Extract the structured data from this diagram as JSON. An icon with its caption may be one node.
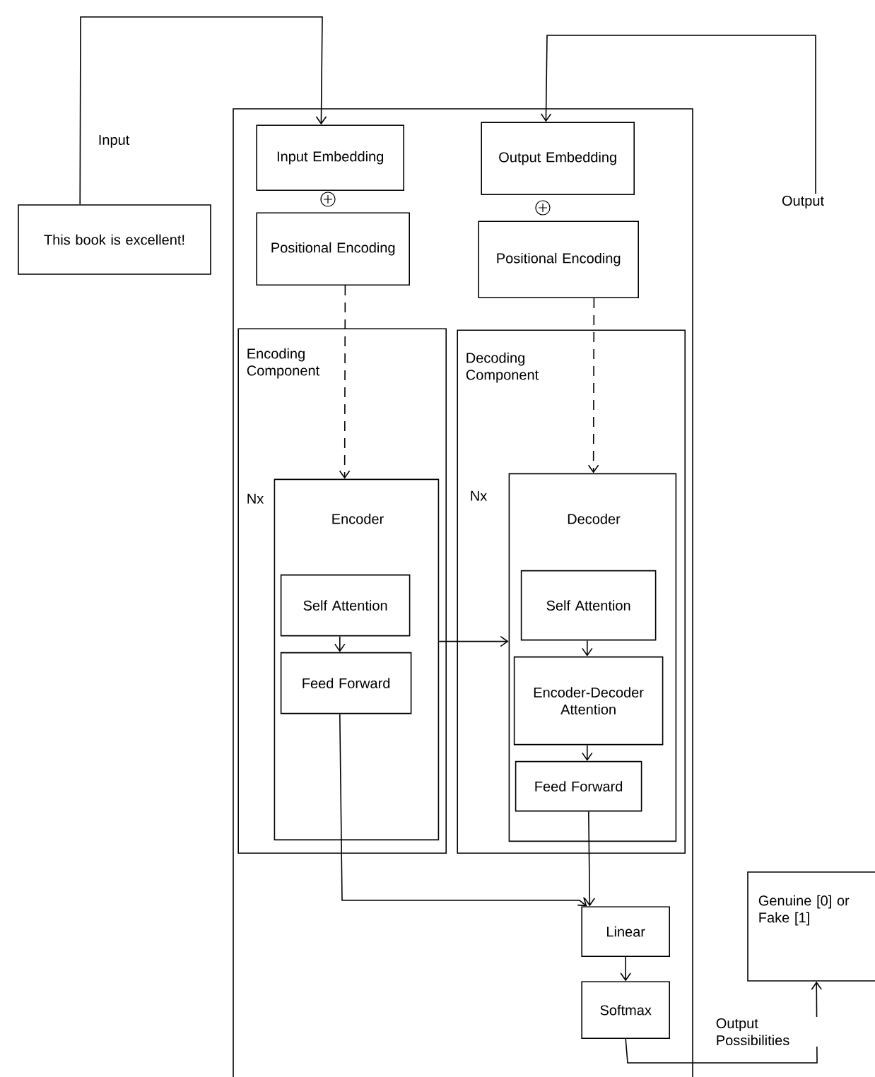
{
  "diagram": {
    "nodes": [
      {
        "text": [],
        "shape": "box"
      },
      {
        "text": [
          "This book is  excellent!"
        ]
      },
      {
        "text": [
          "Input Embedding"
        ],
        "in": 0
      },
      {
        "text": [
          "Positional Encoding"
        ],
        "in": 0
      },
      {
        "text": [
          "Output Embedding"
        ],
        "in": 0
      },
      {
        "text": [
          "Positional Encoding"
        ],
        "in": 0
      },
      {
        "text": [
          "Encoding Component",
          "Nx"
        ],
        "in": 0
      },
      {
        "text": [
          "Encoder"
        ],
        "in": 6
      },
      {
        "text": [
          "Self Attention"
        ],
        "in": 7
      },
      {
        "text": [
          "Feed Forward"
        ],
        "in": 7
      },
      {
        "text": [
          "Decoding Component",
          "Nx"
        ],
        "in": 0
      },
      {
        "text": [
          "Decoder"
        ],
        "in": 10
      },
      {
        "text": [
          "Self Attention"
        ],
        "in": 11
      },
      {
        "text": [
          "Encoder-Decoder Attention"
        ],
        "in": 11
      },
      {
        "text": [
          "Feed Forward"
        ],
        "in": 11
      },
      {
        "text": [
          "Linear"
        ],
        "in": 0
      },
      {
        "text": [
          "Softmax"
        ],
        "in": 0
      },
      {
        "text": [
          "Genuine [0] or Fake [1]"
        ]
      },
      {
        "text": [
          "Output"
        ]
      }
    ],
    "edges": [
      {
        "from": 1,
        "to": 2,
        "arrow": "to",
        "label": "Input"
      },
      {
        "from": 18,
        "to": 4,
        "arrow": "to"
      },
      {
        "from": 3,
        "to": 7,
        "arrow": "to",
        "style": "dashed"
      },
      {
        "from": 5,
        "to": 11,
        "arrow": "to",
        "style": "dashed"
      },
      {
        "from": 8,
        "to": 9,
        "arrow": "to"
      },
      {
        "from": 7,
        "to": 11,
        "arrow": "to"
      },
      {
        "from": 12,
        "to": 13,
        "arrow": "to"
      },
      {
        "from": 13,
        "to": 14,
        "arrow": "to"
      },
      {
        "from": 9,
        "to": 15,
        "arrow": "to"
      },
      {
        "from": 14,
        "to": 15,
        "arrow": "to"
      },
      {
        "from": 15,
        "to": 16,
        "arrow": "to"
      },
      {
        "from": 16,
        "to": 17,
        "arrow": "to",
        "label": "Output Possibilities"
      }
    ]
  }
}
